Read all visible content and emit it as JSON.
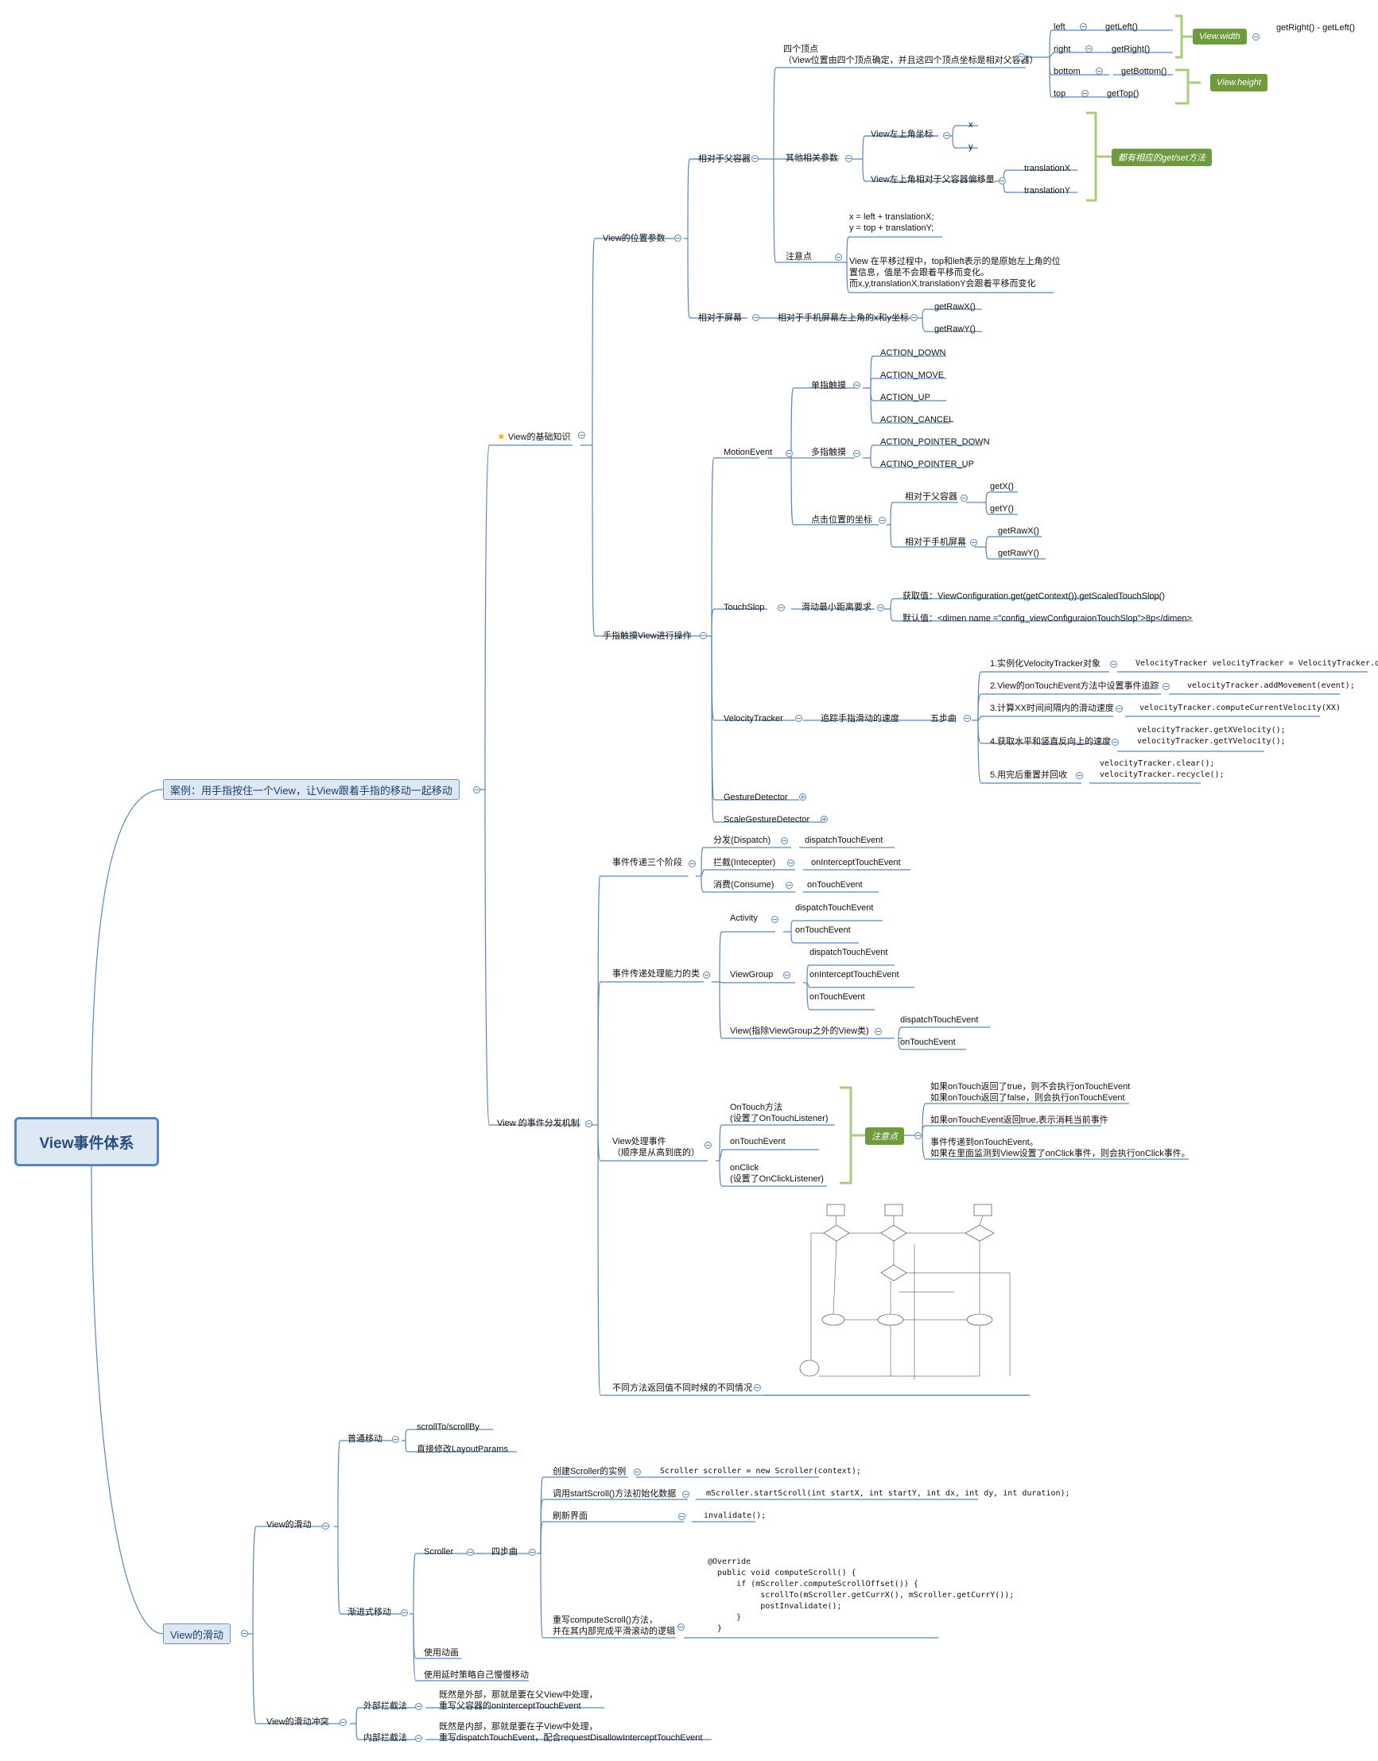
{
  "root": {
    "label": "View事件体系"
  },
  "case": {
    "label": "案例：用手指按住一个View，让View跟着手指的移动一起移动"
  },
  "basics": {
    "label": "View的基础知识",
    "position": {
      "label": "View的位置参数",
      "parent": {
        "label": "相对于父容器",
        "four_vertices": {
          "label": "四个顶点\n（View位置由四个顶点确定，并且这四个顶点坐标是相对父容器）",
          "items": [
            {
              "name": "left",
              "getter": "getLeft()"
            },
            {
              "name": "right",
              "getter": "getRight()"
            },
            {
              "name": "bottom",
              "getter": "getBottom()"
            },
            {
              "name": "top",
              "getter": "getTop()"
            }
          ],
          "width_tag": "View.width",
          "width_formula": "getRight() - getLeft()",
          "height_tag": "View.height"
        },
        "other": {
          "label": "其他相关参数",
          "corner": {
            "label": "View左上角坐标",
            "x": "x",
            "y": "y"
          },
          "offset": {
            "label": "View左上角相对于父容器偏移量",
            "tx": "translationX",
            "ty": "translationY"
          },
          "getset_tag": "都有相应的get/set方法"
        },
        "note": {
          "label": "注意点",
          "formula": "x = left + translationX;\ny = top + translationY;",
          "text": "View 在平移过程中，top和left表示的是原始左上角的位\n置信息，值是不会跟着平移而变化。\n而x,y,translationX,translationY会跟着平移而变化"
        }
      },
      "screen": {
        "label": "相对于屏幕",
        "desc": "相对于手机屏幕左上角的x和y坐标",
        "getRawX": "getRawX()",
        "getRawY": "getRawY()"
      }
    },
    "touch": {
      "label": "手指触摸View进行操作",
      "motion": {
        "label": "MotionEvent",
        "single": {
          "label": "单指触摸",
          "items": [
            "ACTION_DOWN",
            "ACTION_MOVE",
            "ACTION_UP",
            "ACTION_CANCEL"
          ]
        },
        "multi": {
          "label": "多指触摸",
          "items": [
            "ACTION_POINTER_DOWN",
            "ACTINO_POINTER_UP"
          ]
        },
        "coords": {
          "label": "点击位置的坐标",
          "parent": "相对于父容器",
          "getX": "getX()",
          "getY": "getY()",
          "screen": "相对于手机屏幕",
          "getRawX": "getRawX()",
          "getRawY": "getRawY()"
        }
      },
      "slop": {
        "label": "TouchSlop",
        "desc": "滑动最小距离要求",
        "get": "获取值：ViewConfiguration.get(getContext()).getScaledTouchSlop()",
        "default": "默认值：<dimen name =\"config_viewConfiguraionTouchSlop\">8p</dimen>"
      },
      "velocity": {
        "label": "VelocityTracker",
        "desc": "追踪手指滑动的速度",
        "steps_label": "五步曲",
        "steps": [
          {
            "label": "1.实例化VelocityTracker对象",
            "code": "VelocityTracker velocityTracker = VelocityTracker.obtain()"
          },
          {
            "label": "2.View的onTouchEvent方法中设置事件追踪",
            "code": "velocityTracker.addMovement(event);"
          },
          {
            "label": "3.计算XX时间间隔内的滑动速度",
            "code": "velocityTracker.computeCurrentVelocity(XX)"
          },
          {
            "label": "4.获取水平和竖直反向上的速度",
            "code": "velocityTracker.getXVelocity();\nvelocityTracker.getYVelocity();"
          },
          {
            "label": "5.用完后重置并回收",
            "code": "velocityTracker.clear();\nvelocityTracker.recycle();"
          }
        ]
      },
      "gesture": "GestureDetector",
      "scale": "ScaleGestureDetector"
    }
  },
  "dispatch": {
    "label": "View 的事件分发机制",
    "stages": {
      "label": "事件传递三个阶段",
      "items": [
        {
          "name": "分发(Dispatch)",
          "method": "dispatchTouchEvent"
        },
        {
          "name": "拦截(Intecepter)",
          "method": "onInterceptTouchEvent"
        },
        {
          "name": "消费(Consume)",
          "method": "onTouchEvent"
        }
      ]
    },
    "classes": {
      "label": "事件传递处理能力的类",
      "activity": {
        "label": "Activity",
        "methods": [
          "dispatchTouchEvent",
          "onTouchEvent"
        ]
      },
      "viewgroup": {
        "label": "ViewGroup",
        "methods": [
          "dispatchTouchEvent",
          "onInterceptTouchEvent",
          "onTouchEvent"
        ]
      },
      "view": {
        "label": "View(指除ViewGroup之外的View类)",
        "methods": [
          "dispatchTouchEvent",
          "onTouchEvent"
        ]
      }
    },
    "handle": {
      "label": "View处理事件\n（顺序是从高到底的）",
      "items": [
        "OnTouch方法\n(设置了OnTouchListener)",
        "onTouchEvent",
        "onClick\n(设置了OnClickListener)"
      ],
      "note_tag": "注意点",
      "notes": [
        "如果onTouch返回了true，则不会执行onTouchEvent\n如果onTouch返回了false，则会执行onTouchEvent",
        "如果onTouchEvent返回true,表示消耗当前事件",
        "事件传递到onTouchEvent。\n如果在里面监测到View设置了onClick事件，则会执行onClick事件。"
      ]
    },
    "returns": {
      "label": "不同方法返回值不同时候的不同情况"
    }
  },
  "scroll": {
    "label": "View的滑动",
    "slide": {
      "label": "View的滑动",
      "normal": {
        "label": "普通移动",
        "items": [
          "scrollTo/scrollBy",
          "直接修改LayoutParams"
        ]
      },
      "gradual": {
        "label": "渐进式移动",
        "scroller": {
          "label": "Scroller",
          "steps_label": "四步曲",
          "steps": [
            {
              "label": "创建Scroller的实例",
              "code": "Scroller scroller = new Scroller(context);"
            },
            {
              "label": "调用startScroll()方法初始化数据",
              "code": "mScroller.startScroll(int startX, int startY, int dx, int dy, int duration);"
            },
            {
              "label": "刷新界面",
              "code": "invalidate();"
            },
            {
              "label": "重写computeScroll()方法，\n并在其内部完成平滑滚动的逻辑",
              "code": "@Override\n  public void computeScroll() {\n      if (mScroller.computeScrollOffset()) {\n           scrollTo(mScroller.getCurrX(), mScroller.getCurrY());\n           postInvalidate();\n      }\n  }"
            }
          ]
        },
        "anim": "使用动画",
        "delay": "使用延时策略自己慢慢移动"
      }
    },
    "conflict": {
      "label": "View的滑动冲突",
      "outer": {
        "label": "外部拦截法",
        "desc": "既然是外部，那就是要在父View中处理，\n重写父容器的onInterceptTouchEvent"
      },
      "inner": {
        "label": "内部拦截法",
        "desc": "既然是内部，那就是要在子View中处理，\n重写dispatchTouchEvent，配合requestDisallowInterceptTouchEvent"
      }
    }
  },
  "colors": {
    "line": "#5b86b8",
    "tag": "#6f9a3e",
    "bracket": "#a9cc7a"
  }
}
